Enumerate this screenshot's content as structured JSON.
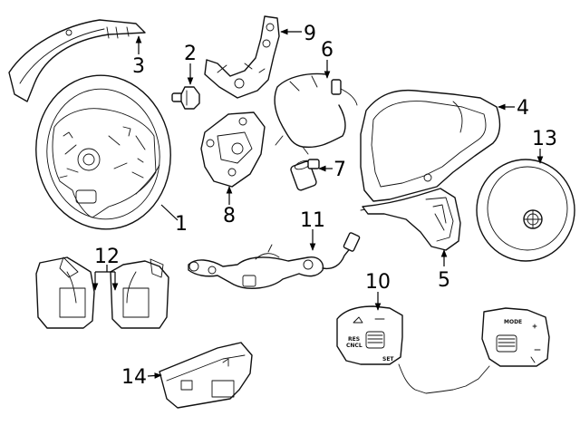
{
  "callouts": {
    "c1": "1",
    "c2": "2",
    "c3": "3",
    "c4": "4",
    "c5": "5",
    "c6": "6",
    "c7": "7",
    "c8": "8",
    "c9": "9",
    "c10": "10",
    "c11": "11",
    "c12": "12",
    "c13": "13",
    "c14": "14"
  },
  "switch_labels": {
    "mode": "MODE",
    "res_cncl_1": "RES",
    "res_cncl_2": "CNCL",
    "set": "SET"
  },
  "colors": {
    "line": "#111111",
    "background": "#ffffff"
  }
}
